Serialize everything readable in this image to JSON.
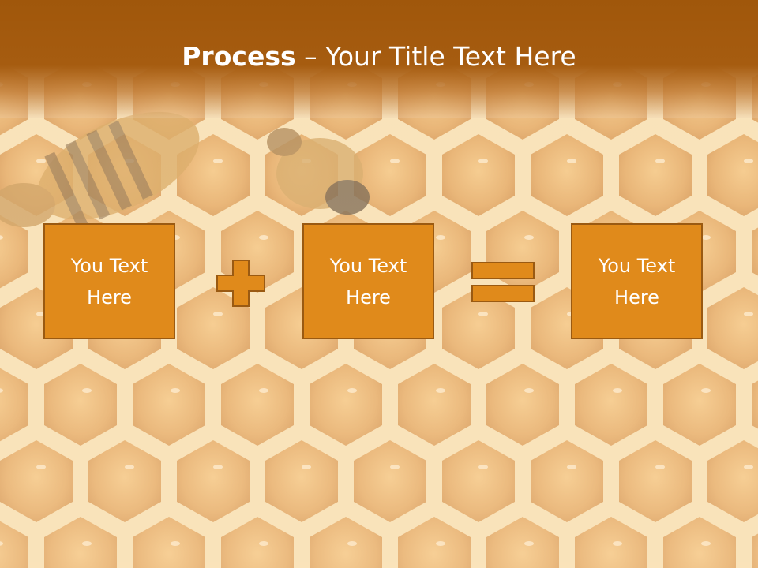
{
  "slide": {
    "title_bold": "Process",
    "title_rest": " – Your Title Text Here",
    "boxes": [
      {
        "line1": "You Text",
        "line2": "Here"
      },
      {
        "line1": "You Text",
        "line2": "Here"
      },
      {
        "line1": "You Text",
        "line2": "Here"
      }
    ],
    "operators": [
      "plus",
      "equals"
    ]
  },
  "colors": {
    "header": "#a0570b",
    "box_fill": "#e08a1b",
    "box_border": "#9a5a12",
    "text": "#ffffff",
    "background": "#e7b97a"
  },
  "icons": [
    "plus-icon",
    "equals-icon",
    "bee-image",
    "honeycomb-background"
  ]
}
